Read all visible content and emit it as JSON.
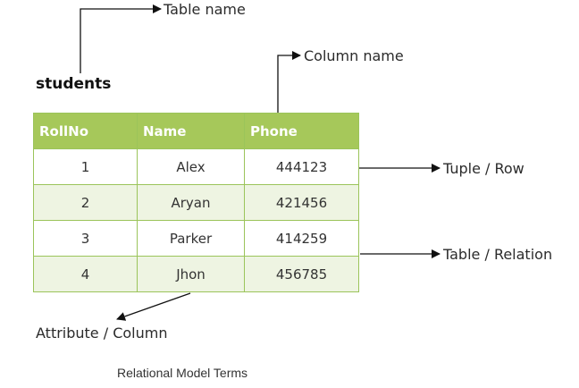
{
  "table_title": "students",
  "columns": [
    "RollNo",
    "Name",
    "Phone"
  ],
  "rows": [
    [
      "1",
      "Alex",
      "444123"
    ],
    [
      "2",
      "Aryan",
      "421456"
    ],
    [
      "3",
      "Parker",
      "414259"
    ],
    [
      "4",
      "Jhon",
      "456785"
    ]
  ],
  "annotations": {
    "table_name": "Table name",
    "column_name": "Column name",
    "tuple_row": "Tuple / Row",
    "table_relation": "Table / Relation",
    "attribute_column": "Attribute / Column"
  },
  "caption": "Relational Model Terms",
  "colors": {
    "header": "#a6c85a",
    "row_alt": "#eef4e2",
    "border": "#9bc45a"
  }
}
